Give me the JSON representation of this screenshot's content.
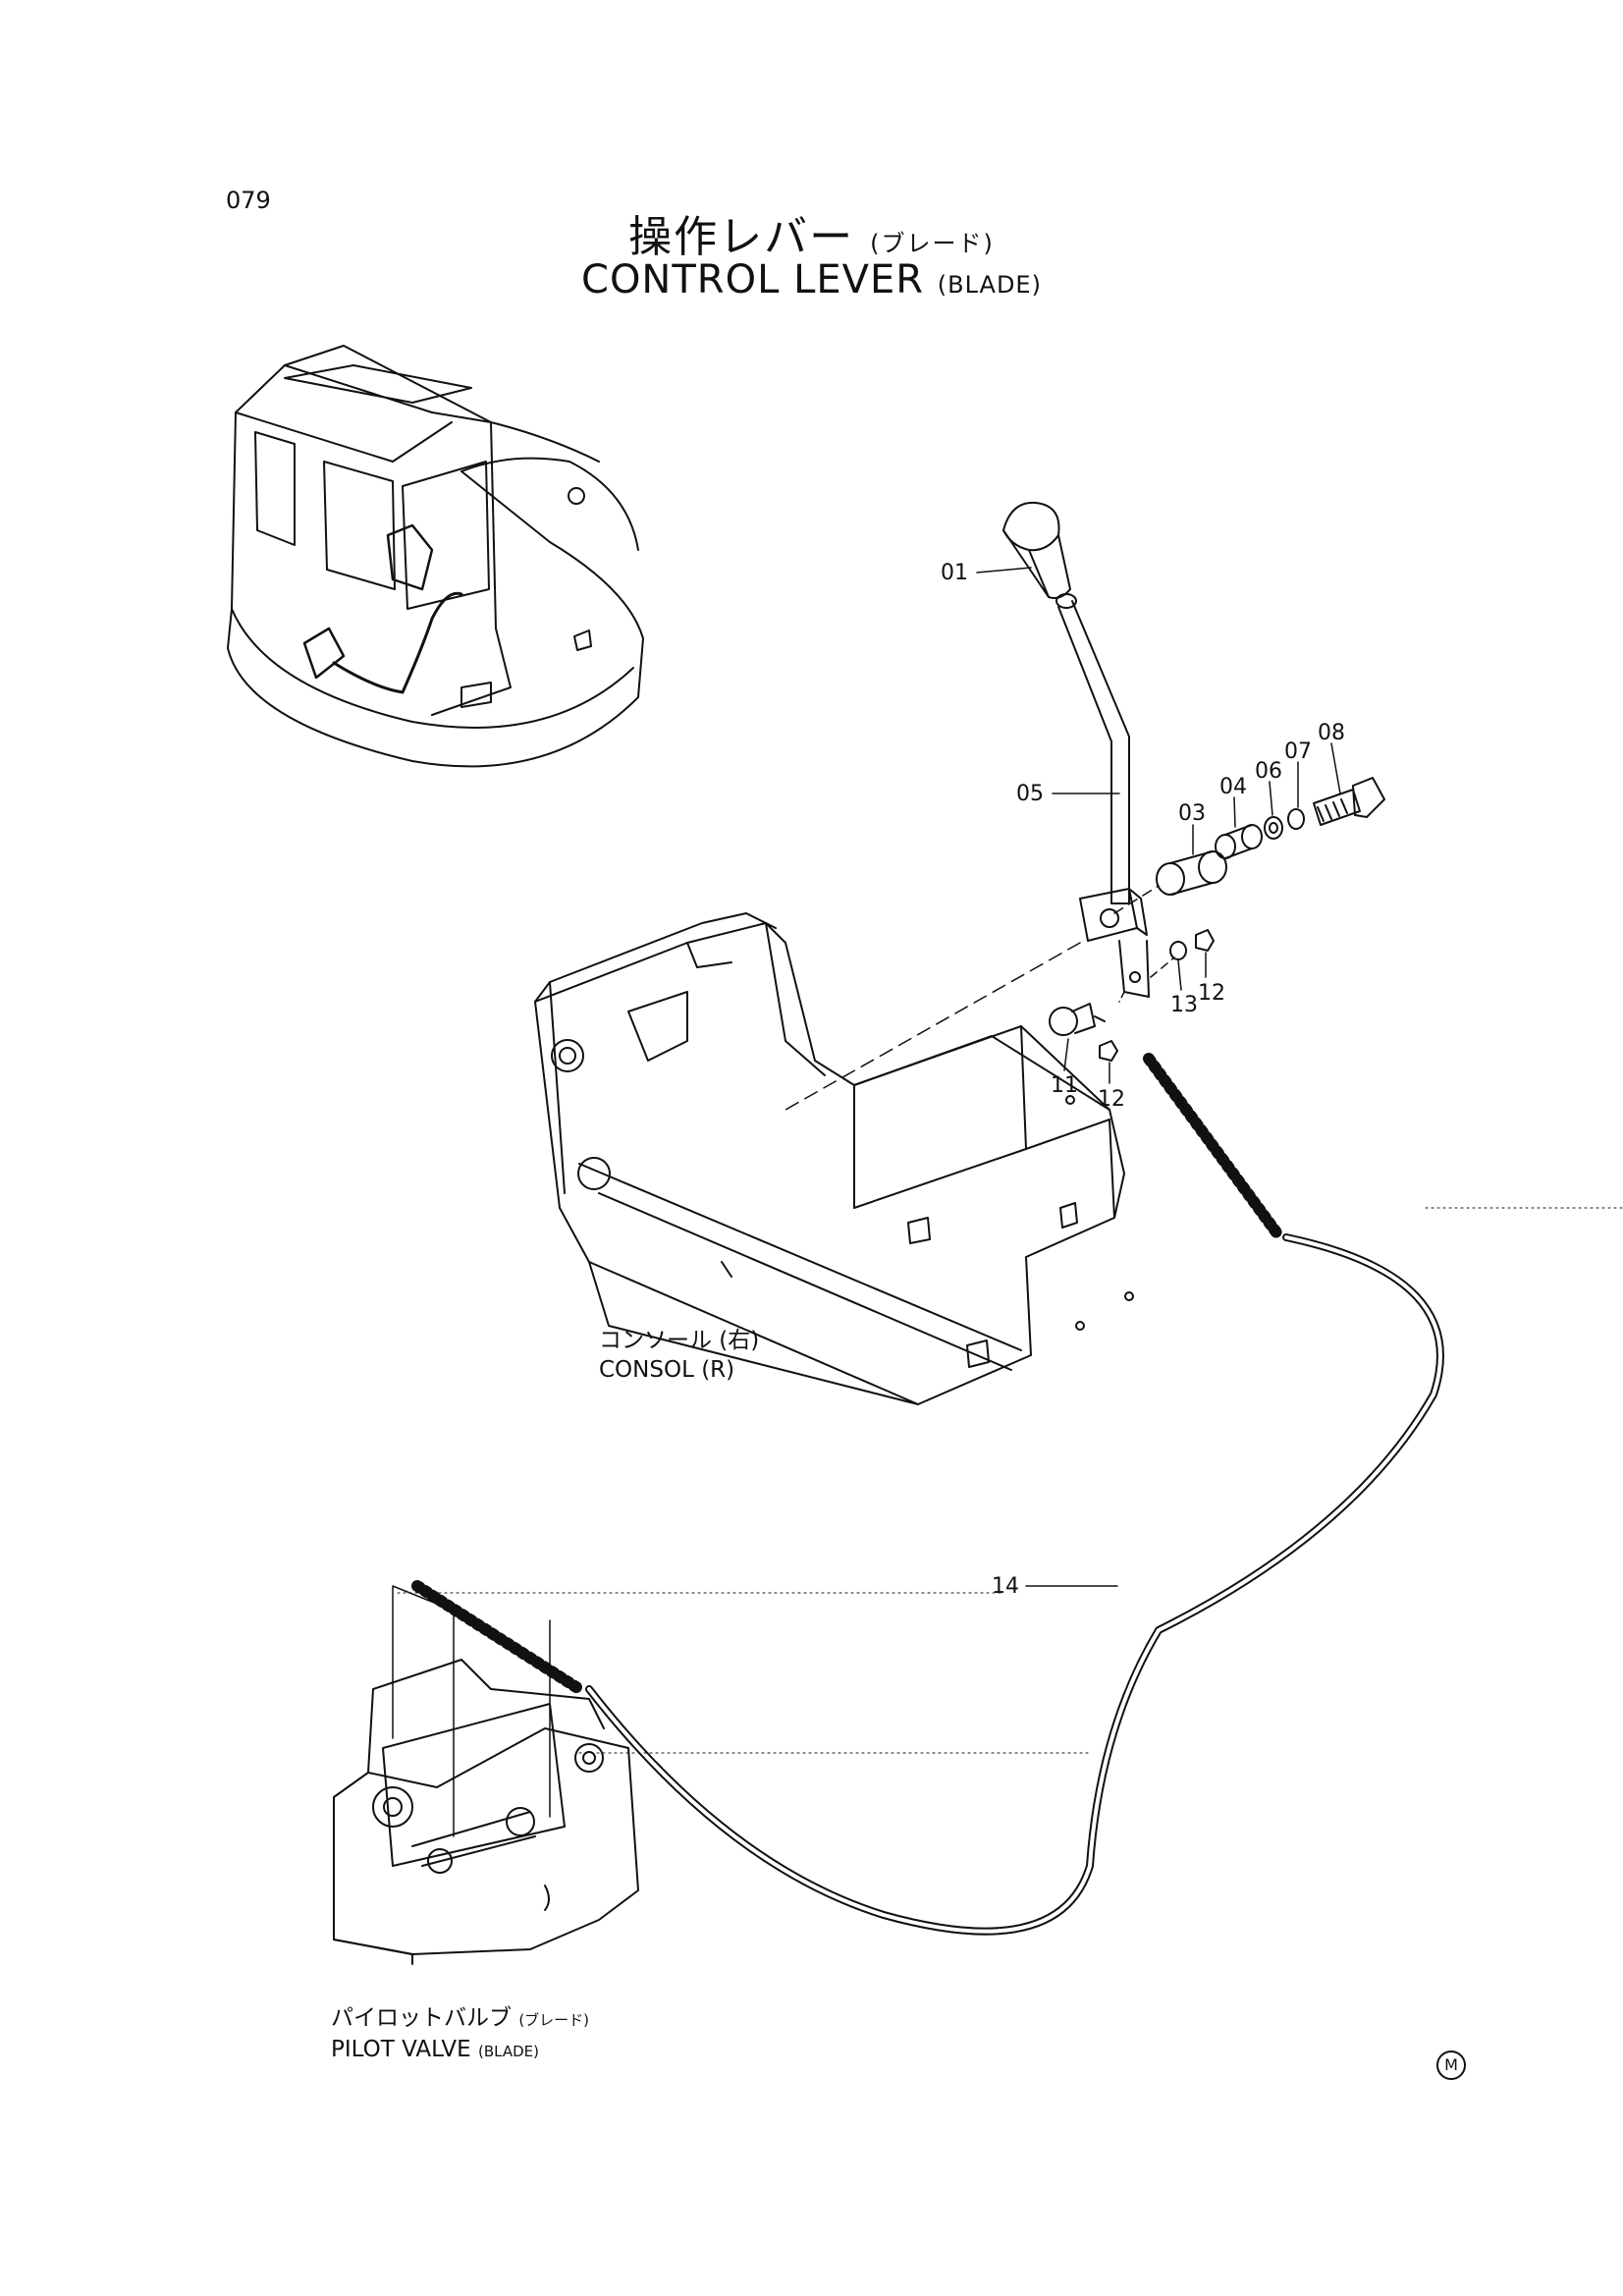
{
  "page_number": "079",
  "title": {
    "jp": "操作レバー",
    "jp_sub": "(ブレード)",
    "en": "CONTROL LEVER",
    "en_sub": "(BLADE)"
  },
  "callouts": [
    {
      "id": "c01",
      "text": "01"
    },
    {
      "id": "c03",
      "text": "03"
    },
    {
      "id": "c04",
      "text": "04"
    },
    {
      "id": "c05",
      "text": "05"
    },
    {
      "id": "c06",
      "text": "06"
    },
    {
      "id": "c07",
      "text": "07"
    },
    {
      "id": "c08",
      "text": "08"
    },
    {
      "id": "c11",
      "text": "11"
    },
    {
      "id": "c12a",
      "text": "12"
    },
    {
      "id": "c12b",
      "text": "12"
    },
    {
      "id": "c13",
      "text": "13"
    },
    {
      "id": "c14",
      "text": "14"
    }
  ],
  "labels": {
    "console_jp": "コンソール (右)",
    "console_en": "CONSOL (R)",
    "valve_jp": "パイロットバルブ",
    "valve_jp_sub": "(ブレード)",
    "valve_en": "PILOT VALVE",
    "valve_en_sub": "(BLADE)"
  },
  "corner_mark": "M"
}
